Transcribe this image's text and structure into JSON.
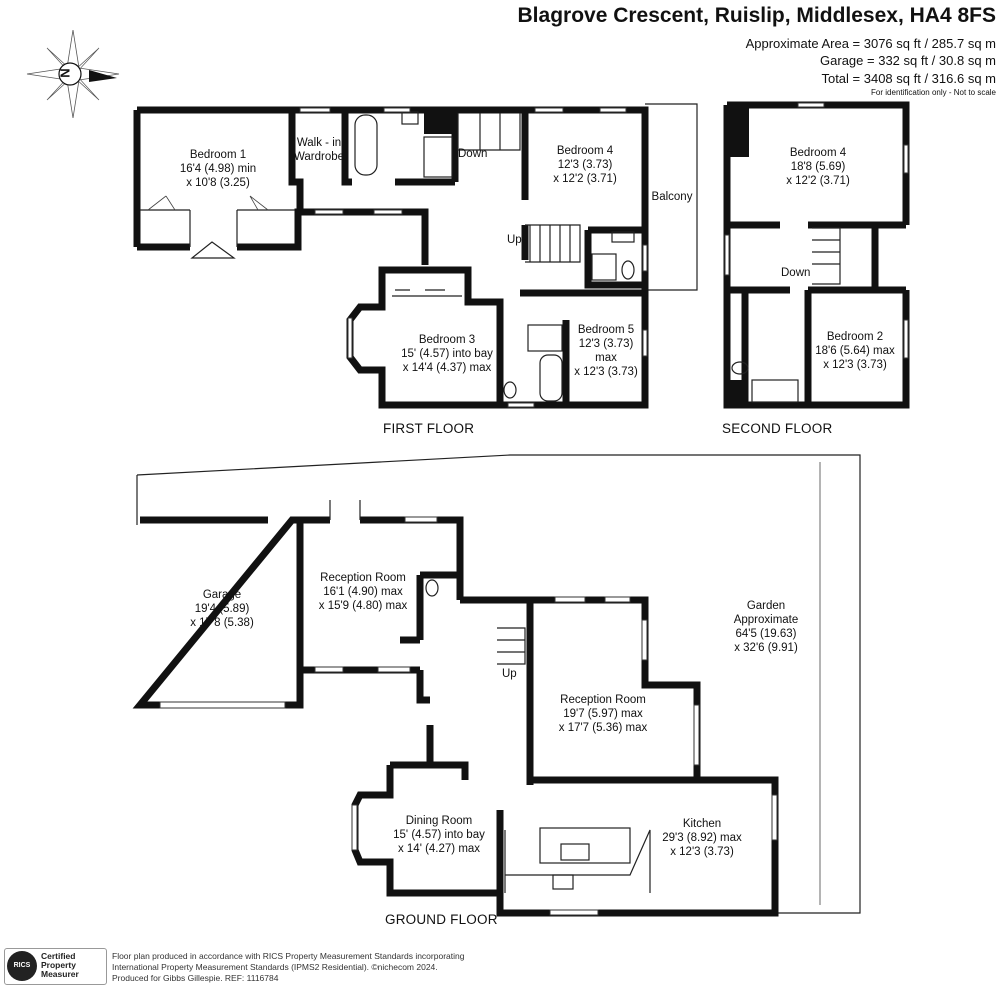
{
  "title": "Blagrove Crescent, Ruislip, Middlesex, HA4 8FS",
  "areas": {
    "approximate": "Approximate Area = 3076 sq ft / 285.7 sq m",
    "garage": "Garage = 332 sq ft / 30.8 sq m",
    "total": "Total = 3408 sq ft / 316.6 sq m",
    "note": "For identification only - Not to scale"
  },
  "compass": {
    "label": "N"
  },
  "floors": {
    "first": "FIRST FLOOR",
    "second": "SECOND FLOOR",
    "ground": "GROUND FLOOR"
  },
  "rooms": {
    "first_bedroom1": {
      "name": "Bedroom 1",
      "l1": "16'4 (4.98) min",
      "l2": "x 10'8 (3.25)"
    },
    "first_walkin": {
      "l1": "Walk - in",
      "l2": "Wardrobe"
    },
    "first_down": "Down",
    "first_up": "Up",
    "first_bedroom4": {
      "name": "Bedroom 4",
      "l1": "12'3 (3.73)",
      "l2": "x 12'2 (3.71)"
    },
    "first_balcony": "Balcony",
    "first_bedroom3": {
      "name": "Bedroom 3",
      "l1": "15' (4.57) into bay",
      "l2": "x 14'4 (4.37) max"
    },
    "first_bedroom5": {
      "name": "Bedroom 5",
      "l1": "12'3 (3.73)",
      "l2": "max",
      "l3": "x 12'3 (3.73)"
    },
    "second_bedroom4": {
      "name": "Bedroom 4",
      "l1": "18'8 (5.69)",
      "l2": "x 12'2 (3.71)"
    },
    "second_down": "Down",
    "second_bedroom2": {
      "name": "Bedroom 2",
      "l1": "18'6 (5.64) max",
      "l2": "x 12'3 (3.73)"
    },
    "garage": {
      "name": "Garage",
      "l1": "19'4 (5.89)",
      "l2": "x 17'8 (5.38)"
    },
    "reception1": {
      "name": "Reception Room",
      "l1": "16'1 (4.90) max",
      "l2": "x 15'9 (4.80) max"
    },
    "garden": {
      "name": "Garden",
      "l1": "Approximate",
      "l2": "64'5 (19.63)",
      "l3": "x 32'6 (9.91)"
    },
    "ground_up": "Up",
    "reception2": {
      "name": "Reception Room",
      "l1": "19'7 (5.97) max",
      "l2": "x 17'7 (5.36) max"
    },
    "dining": {
      "name": "Dining Room",
      "l1": "15' (4.57) into bay",
      "l2": "x 14' (4.27) max"
    },
    "kitchen": {
      "name": "Kitchen",
      "l1": "29'3 (8.92) max",
      "l2": "x 12'3 (3.73)"
    }
  },
  "footer": {
    "line1": "Floor plan produced in accordance with RICS Property Measurement Standards incorporating",
    "line2": "International Property Measurement Standards (IPMS2 Residential).  ©nichecom 2024.",
    "line3": "Produced for Gibbs Gillespie.   REF: 1116784",
    "rics": "RICS",
    "badge1": "Certified",
    "badge2": "Property",
    "badge3": "Measurer"
  }
}
